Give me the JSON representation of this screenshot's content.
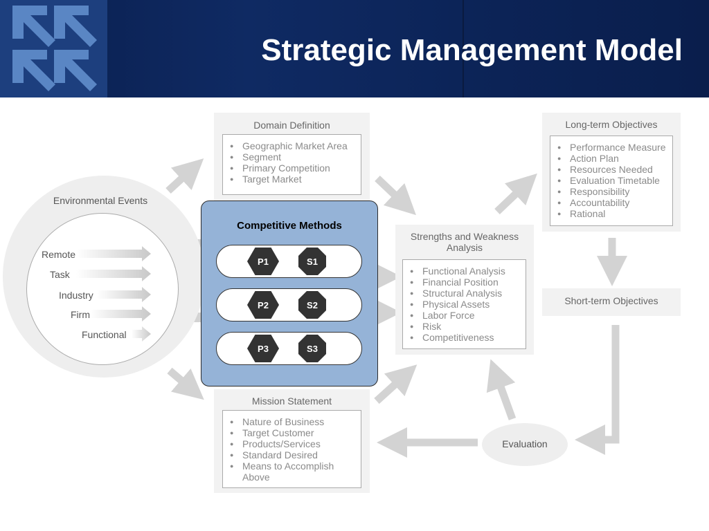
{
  "title": "Strategic Management Model",
  "colors": {
    "header_bg": "#0f2a63",
    "competitive_fill": "#95b3d7",
    "arrow_gray": "#d3d3d3",
    "box_bg": "#f2f2f2"
  },
  "domain_definition": {
    "heading": "Domain Definition",
    "items": [
      "Geographic Market Area",
      "Segment",
      "Primary Competition",
      "Target Market"
    ]
  },
  "environmental_events": {
    "heading": "Environmental Events",
    "items": [
      "Remote",
      "Task",
      "Industry",
      "Firm",
      "Functional"
    ]
  },
  "competitive_methods": {
    "heading": "Competitive Methods",
    "pairs": [
      {
        "p": "P1",
        "s": "S1"
      },
      {
        "p": "P2",
        "s": "S2"
      },
      {
        "p": "P3",
        "s": "S3"
      }
    ]
  },
  "strengths_weakness": {
    "heading_line1": "Strengths and Weakness",
    "heading_line2": "Analysis",
    "items": [
      "Functional Analysis",
      "Financial Position",
      "Structural Analysis",
      "Physical Assets",
      "Labor Force",
      "Risk",
      "Competitiveness"
    ]
  },
  "long_term_objectives": {
    "heading": "Long-term Objectives",
    "items": [
      "Performance Measure",
      "Action Plan",
      "Resources Needed",
      "Evaluation Timetable",
      "Responsibility",
      "Accountability",
      "Rational"
    ]
  },
  "short_term_objectives": {
    "heading": "Short-term Objectives"
  },
  "mission_statement": {
    "heading": "Mission Statement",
    "items": [
      "Nature of Business",
      "Target Customer",
      "Products/Services",
      "Standard Desired",
      "Means to Accomplish",
      "Above"
    ]
  },
  "evaluation": {
    "label": "Evaluation"
  }
}
